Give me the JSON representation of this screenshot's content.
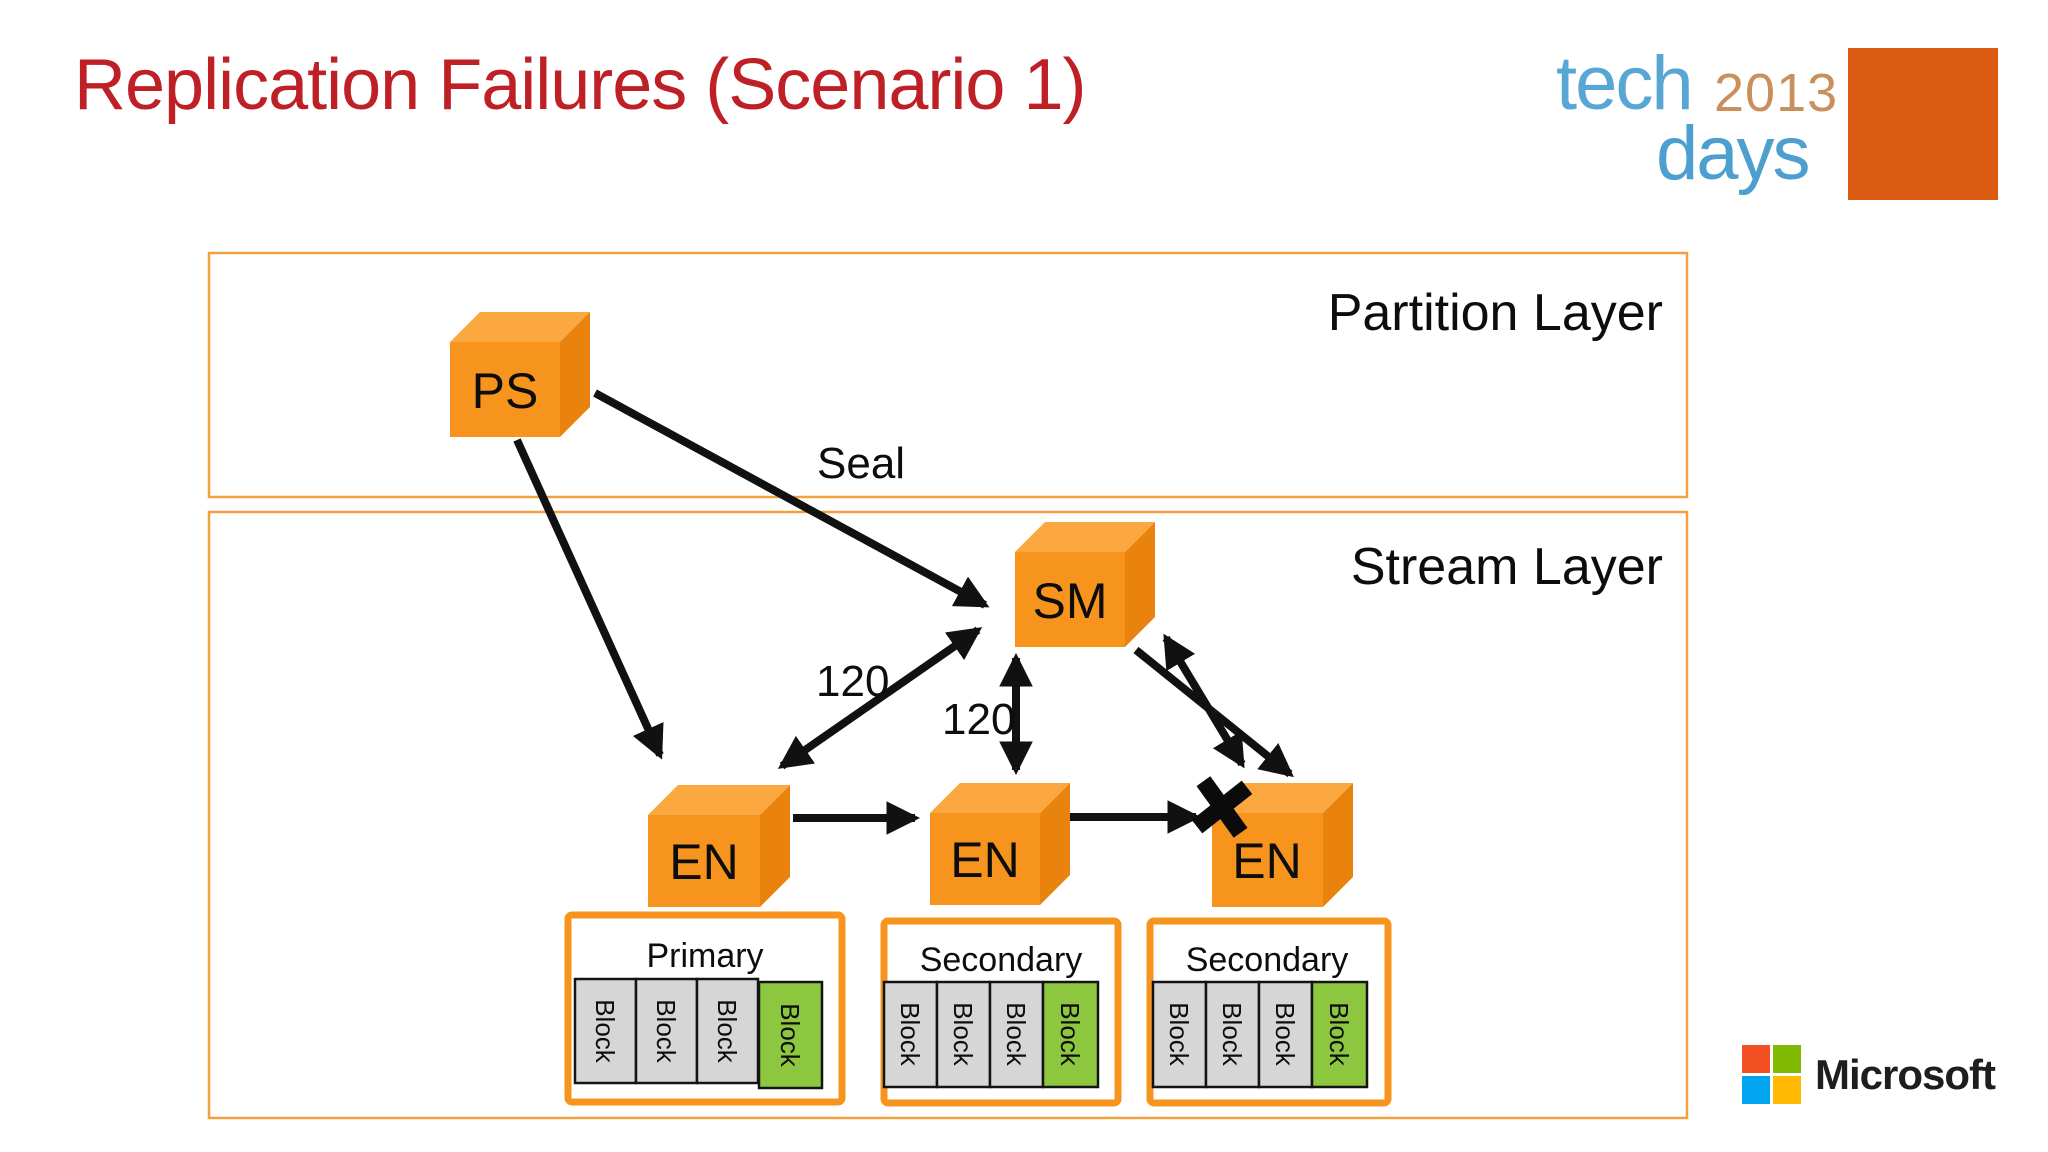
{
  "slide": {
    "title": "Replication Failures (Scenario 1)"
  },
  "techdays_logo": {
    "tech": "tech",
    "year": "2013",
    "days": "days"
  },
  "diagram": {
    "partition_layer_label": "Partition Layer",
    "stream_layer_label": "Stream Layer",
    "seal_label": "Seal",
    "nodes": {
      "ps": "PS",
      "sm": "SM",
      "en1": "EN",
      "en2": "EN",
      "en3": "EN"
    },
    "edge_labels": {
      "sm_en1_count": "120",
      "sm_en2_count": "120"
    },
    "replica_sets": [
      {
        "role": "Primary",
        "blocks": [
          "Block",
          "Block",
          "Block",
          "Block"
        ]
      },
      {
        "role": "Secondary",
        "blocks": [
          "Block",
          "Block",
          "Block",
          "Block"
        ]
      },
      {
        "role": "Secondary",
        "blocks": [
          "Block",
          "Block",
          "Block",
          "Block"
        ]
      }
    ]
  },
  "footer": {
    "brand": "Microsoft"
  },
  "colors": {
    "title_red": "#BE2026",
    "layer_border_orange": "#F2A23C",
    "container_border_orange": "#F7941E",
    "cube_front_orange": "#F7941E",
    "cube_top_orange": "#FAA83F",
    "cube_side_orange": "#E9830E",
    "block_gray": "#D6D6D6",
    "block_green": "#8DC63F",
    "arrow_black": "#111111",
    "techdays_blue": "#58A6D4",
    "techdays_year_tan": "#C8905C",
    "techdays_square_orange": "#DB5B12",
    "microsoft_red": "#F25022",
    "microsoft_green": "#7FBA00",
    "microsoft_blue": "#00A4EF",
    "microsoft_yellow": "#FFB900"
  }
}
